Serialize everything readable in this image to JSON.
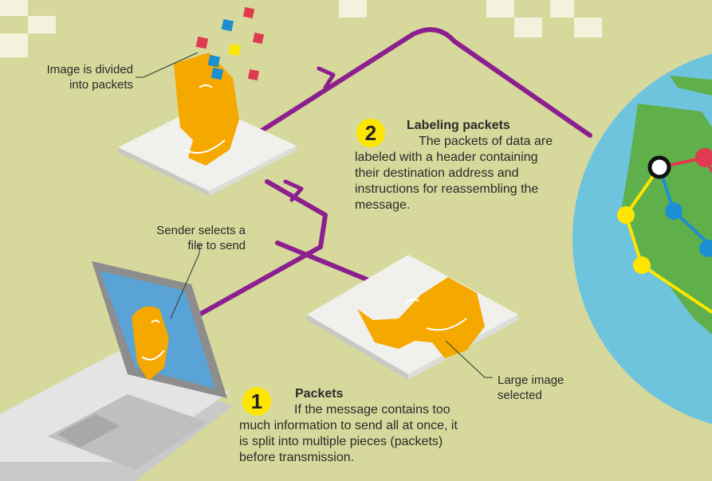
{
  "labels": {
    "image_divided": "Image is divided into packets",
    "sender": "Sender selects a file to send",
    "large_image": "Large image selected"
  },
  "steps": [
    {
      "number": "1",
      "title": "Packets",
      "text": "If the message contains too much information to send all at once, it is split into multiple pieces (packets) before transmission."
    },
    {
      "number": "2",
      "title": "Labeling packets",
      "text": "The packets of data are labeled with a header containing their destination address and instructions for reassembling the message."
    }
  ],
  "colors": {
    "background": "#d6d99b",
    "path": "#8b1f8f",
    "face": "#f5a800",
    "badge": "#ffe600",
    "globe_ocean": "#6ec4dc",
    "globe_land": "#5fb04a"
  }
}
